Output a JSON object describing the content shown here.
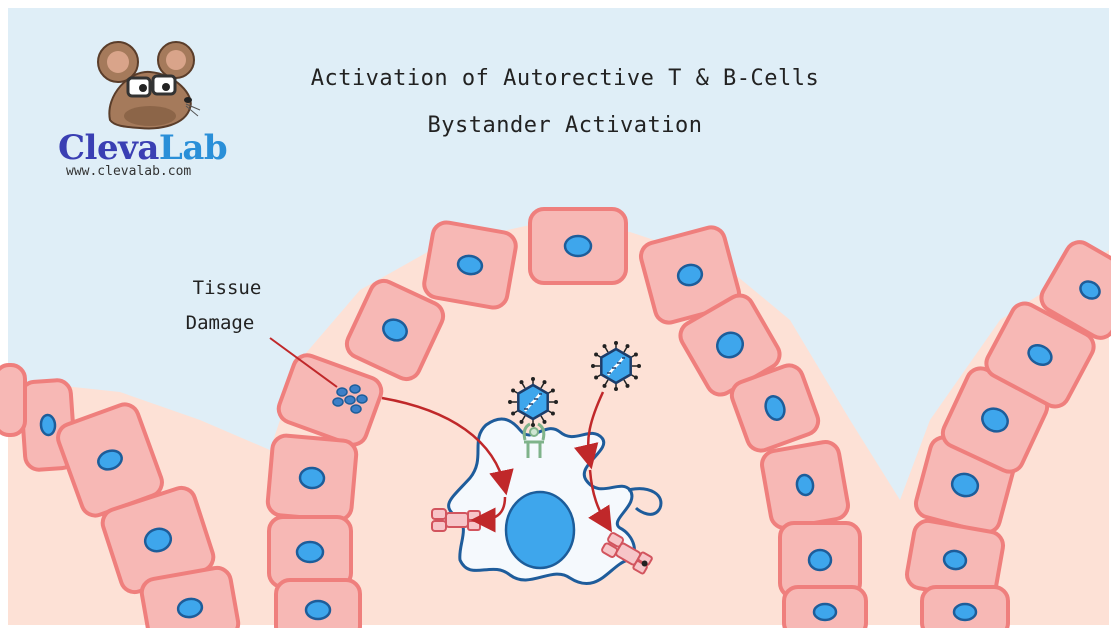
{
  "title": {
    "line1": "Activation of Autorective T & B-Cells",
    "line2": "Bystander Activation"
  },
  "logo": {
    "name_part1": "Cleva",
    "name_part2": "Lab",
    "url": "www.clevalab.com",
    "mascot_icon": "mouse-with-glasses-icon"
  },
  "annotation": {
    "line1": "Tissue",
    "line2": "Damage"
  },
  "colors": {
    "background_top": "#dfeef7",
    "tissue_background": "#fde1d6",
    "epithelial_cell_fill": "#f7b8b5",
    "epithelial_cell_stroke": "#ef7f7d",
    "nucleus_fill": "#3ea6ec",
    "nucleus_stroke": "#1d5d9a",
    "arrow": "#c0282a",
    "apc_fill": "#f5f9fd",
    "apc_stroke": "#1e5c9b",
    "receptor_green": "#7fb38a",
    "receptor_red": "#e0848a"
  }
}
